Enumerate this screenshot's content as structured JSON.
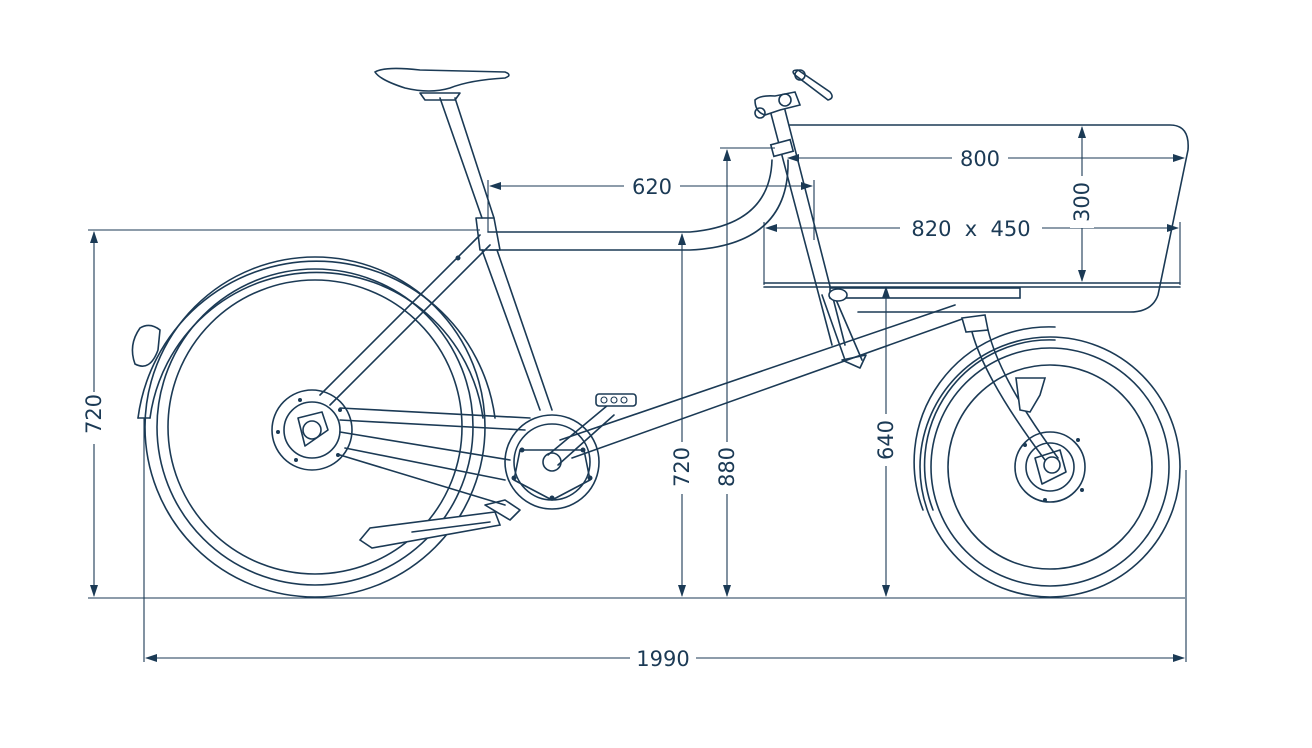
{
  "diagram": {
    "colors": {
      "line": "#1b3a55",
      "background": "#ffffff"
    },
    "dimensions": {
      "overall_length": "1990",
      "rear_wheel_height": "720",
      "frame_height": "720",
      "handlebar_height": "880",
      "platform_height": "640",
      "reach": "620",
      "basket_length": "800",
      "basket_depth": "300",
      "platform_size": "820  x  450"
    }
  }
}
